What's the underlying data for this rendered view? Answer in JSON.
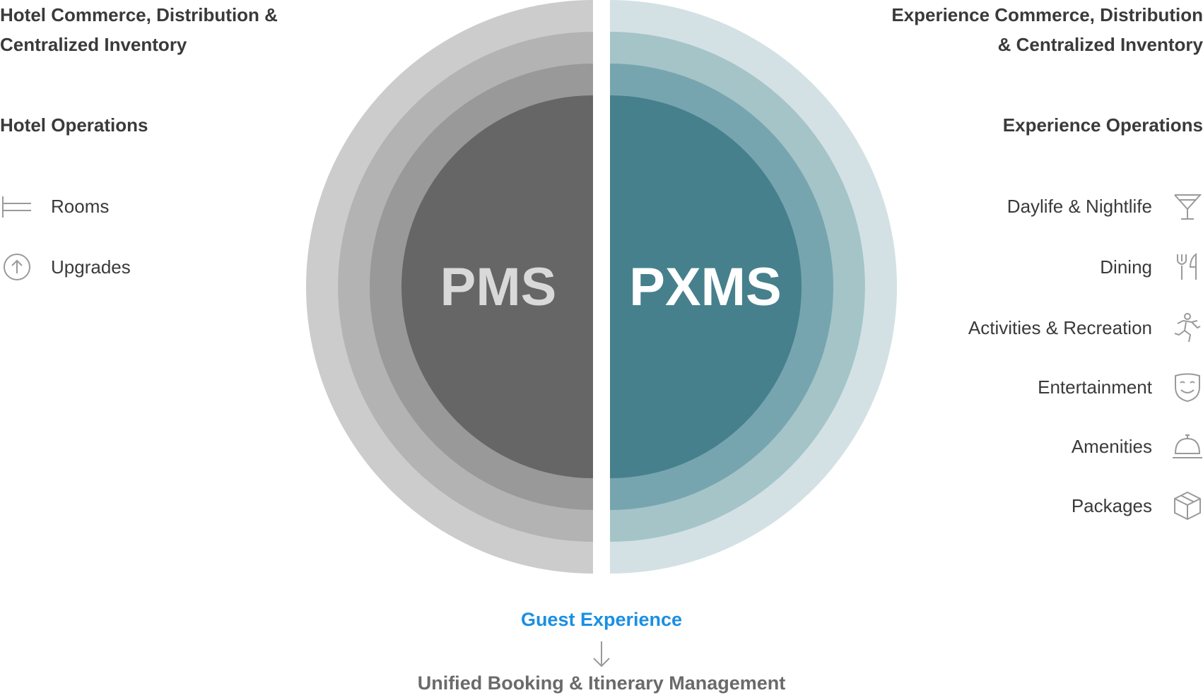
{
  "left": {
    "heading_commerce": [
      "Hotel Commerce, Distribution &",
      "Centralized Inventory"
    ],
    "heading_operations": "Hotel Operations",
    "items": [
      {
        "label": "Rooms",
        "icon": "bed-icon"
      },
      {
        "label": "Upgrades",
        "icon": "arrow-up-circle-icon"
      }
    ]
  },
  "right": {
    "heading_commerce": [
      "Experience Commerce, Distribution",
      "& Centralized Inventory"
    ],
    "heading_operations": "Experience Operations",
    "items": [
      {
        "label": "Daylife & Nightlife",
        "icon": "cocktail-glass-icon"
      },
      {
        "label": "Dining",
        "icon": "fork-knife-icon"
      },
      {
        "label": "Activities & Recreation",
        "icon": "running-person-icon"
      },
      {
        "label": "Entertainment",
        "icon": "theater-mask-icon"
      },
      {
        "label": "Amenities",
        "icon": "service-bell-icon"
      },
      {
        "label": "Packages",
        "icon": "package-box-icon"
      }
    ]
  },
  "diagram": {
    "left_label": "PMS",
    "right_label": "PXMS",
    "left_colors": [
      "#cccccc",
      "#b3b3b3",
      "#999999",
      "#666666"
    ],
    "right_colors": [
      "#d3e1e5",
      "#a4c4c8",
      "#77a5af",
      "#46808c"
    ],
    "left_text_color": "#d9d9d9",
    "right_text_color": "#ffffff"
  },
  "footer": {
    "guest_experience": "Guest Experience",
    "unified": "Unified Booking & Itinerary Management",
    "accent": "#1a8fe3"
  }
}
